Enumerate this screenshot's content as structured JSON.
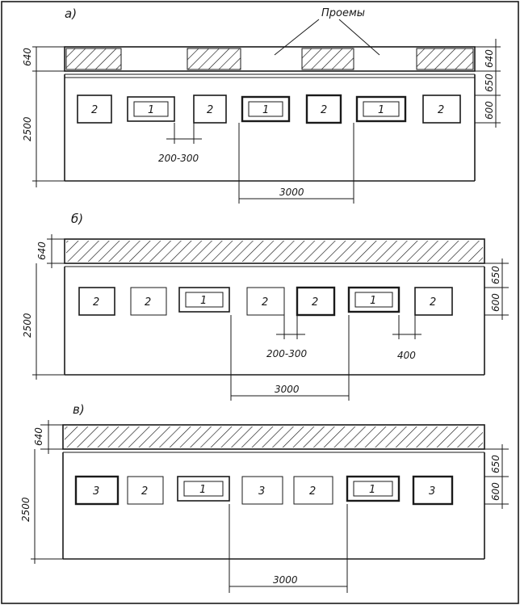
{
  "colors": {
    "ink": "#1a1a1a",
    "paper": "#ffffff"
  },
  "top_label": "Проемы",
  "sections": [
    {
      "letter": "а)",
      "marks": [
        "2",
        "1",
        "2",
        "1",
        "2",
        "1",
        "2"
      ],
      "dim_left_top": "640",
      "dim_left_big": "2500",
      "dim_right": [
        "640",
        "650",
        "600"
      ],
      "dim_gap": "200-300",
      "dim_span": "3000"
    },
    {
      "letter": "б)",
      "marks": [
        "2",
        "2",
        "1",
        "2",
        "2",
        "1",
        "2"
      ],
      "dim_left_top": "640",
      "dim_left_big": "2500",
      "dim_right": [
        "650",
        "600"
      ],
      "dim_gap": "200-300",
      "dim_gap2": "400",
      "dim_span": "3000"
    },
    {
      "letter": "в)",
      "marks": [
        "3",
        "2",
        "1",
        "3",
        "2",
        "1",
        "3"
      ],
      "dim_left_top": "640",
      "dim_left_big": "2500",
      "dim_right": [
        "650",
        "600"
      ],
      "dim_span": "3000"
    }
  ]
}
